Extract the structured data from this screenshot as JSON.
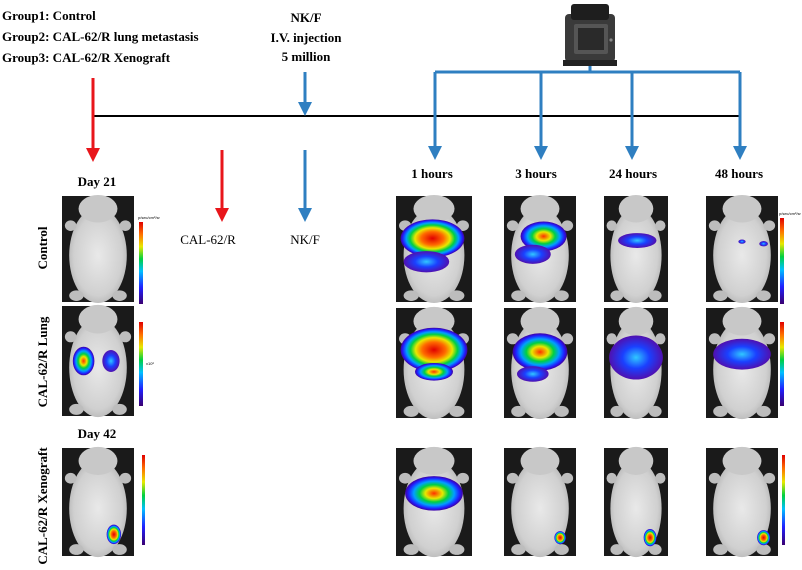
{
  "groups": [
    "Group1: Control",
    "Group2: CAL-62/R lung metastasis",
    "Group3: CAL-62/R Xenograft"
  ],
  "injection": [
    "NK/F",
    "I.V. injection",
    "5 million"
  ],
  "legend": {
    "cal": "CAL-62/R",
    "nkf": "NK/F"
  },
  "time_labels": [
    "1 hours",
    "3 hours",
    "24 hours",
    "48 hours"
  ],
  "day_labels": {
    "first": "Day 21",
    "second": "Day 42"
  },
  "row_labels": [
    "Control",
    "CAL-62/R Lung",
    "CAL-62/R Xenograft"
  ],
  "colorbar": {
    "title": "p/sec/cm²/sr",
    "exponent": "x10⁶"
  },
  "colors": {
    "red_arrow": "#e8161b",
    "blue_arrow": "#2f7fc1",
    "timeline": "#000000"
  }
}
